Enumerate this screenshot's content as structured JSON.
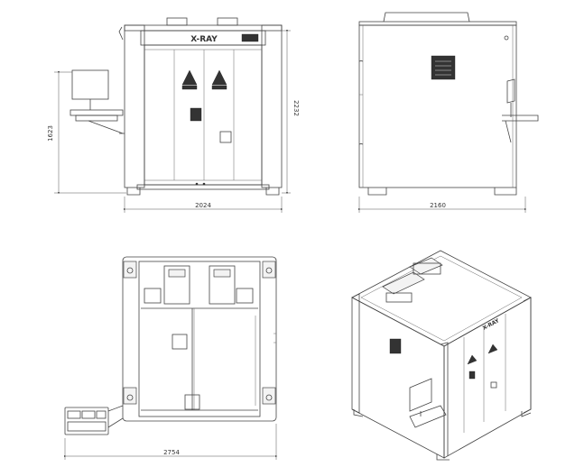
{
  "views": {
    "front": {
      "label": "X-RAY",
      "width_dim": "2024",
      "height_dim": "2232",
      "console_height_dim": "1623"
    },
    "side": {
      "width_dim": "2160"
    },
    "top": {
      "width_dim": "2754"
    },
    "iso": {
      "label": "X-RAY"
    }
  },
  "colors": {
    "line": "#444444",
    "panel": "#f3f3f3",
    "warning": "#222222"
  },
  "icons": [
    "radiation-warning-icon",
    "label-plate-icon"
  ]
}
